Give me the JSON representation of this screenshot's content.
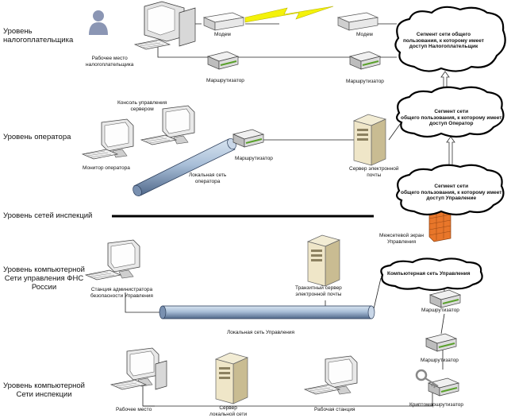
{
  "levels": {
    "taxpayer": "Уровень\nналогоплательщика",
    "operator": "Уровень оператора",
    "inspections_net": "Уровень сетей инспекций",
    "fns_net": "Уровень компьютерной\nСети управления ФНС\nРоссии",
    "inspection_comp": "Уровень компьютерной\nСети инспекции"
  },
  "labels": {
    "workplace_taxpayer": "Рабочее место\nналогоплательщика",
    "modem1": "Модем",
    "modem2": "Модем",
    "router_taxpayer_1": "Маршрутизатор",
    "router_taxpayer_2": "Маршрутизатор",
    "server_console": "Консоль управления\nсервером",
    "operator_monitor": "Монитор оператора",
    "operator_lan": "Локальная сеть\nоператора",
    "router_operator": "Маршрутизатор",
    "mail_server": "Сервер электронной\nпочты",
    "firewall": "Межсетевой экран\nУправления",
    "admin_station": "Станция администратора\nбезопасности Управления",
    "transit_server": "Транзитный сервер\nэлектронной почты",
    "admin_lan": "Локальная сеть Управления",
    "router_admin_1": "Маршрутизатор",
    "router_admin_2": "Маршрутизатор",
    "crypto_router": "Криптомаршрутизатор",
    "workplace": "Рабочее место",
    "lan_server": "Сервер\nлокальной сети",
    "workstation": "Рабочая станция"
  },
  "clouds": {
    "cloud_taxpayer": "Сегмент сети общего\nпользования, к которому имеет\nдоступ Налогоплательщик",
    "cloud_operator": "Сегмент сети\nобщего пользования, к которому имеет\nдоступ Оператор",
    "cloud_admin": "Сегмент сети\nобщего пользования, к которому имеет\nдоступ Управление",
    "cloud_computer_net": "Компьютерная сеть Управления"
  },
  "icons": [
    "user-icon",
    "workstation-icon",
    "monitor-icon",
    "modem-icon",
    "router-icon",
    "server-icon",
    "firewall-icon",
    "cloud-icon",
    "crypto-key-icon",
    "lightning-link-icon",
    "network-bus-icon"
  ]
}
